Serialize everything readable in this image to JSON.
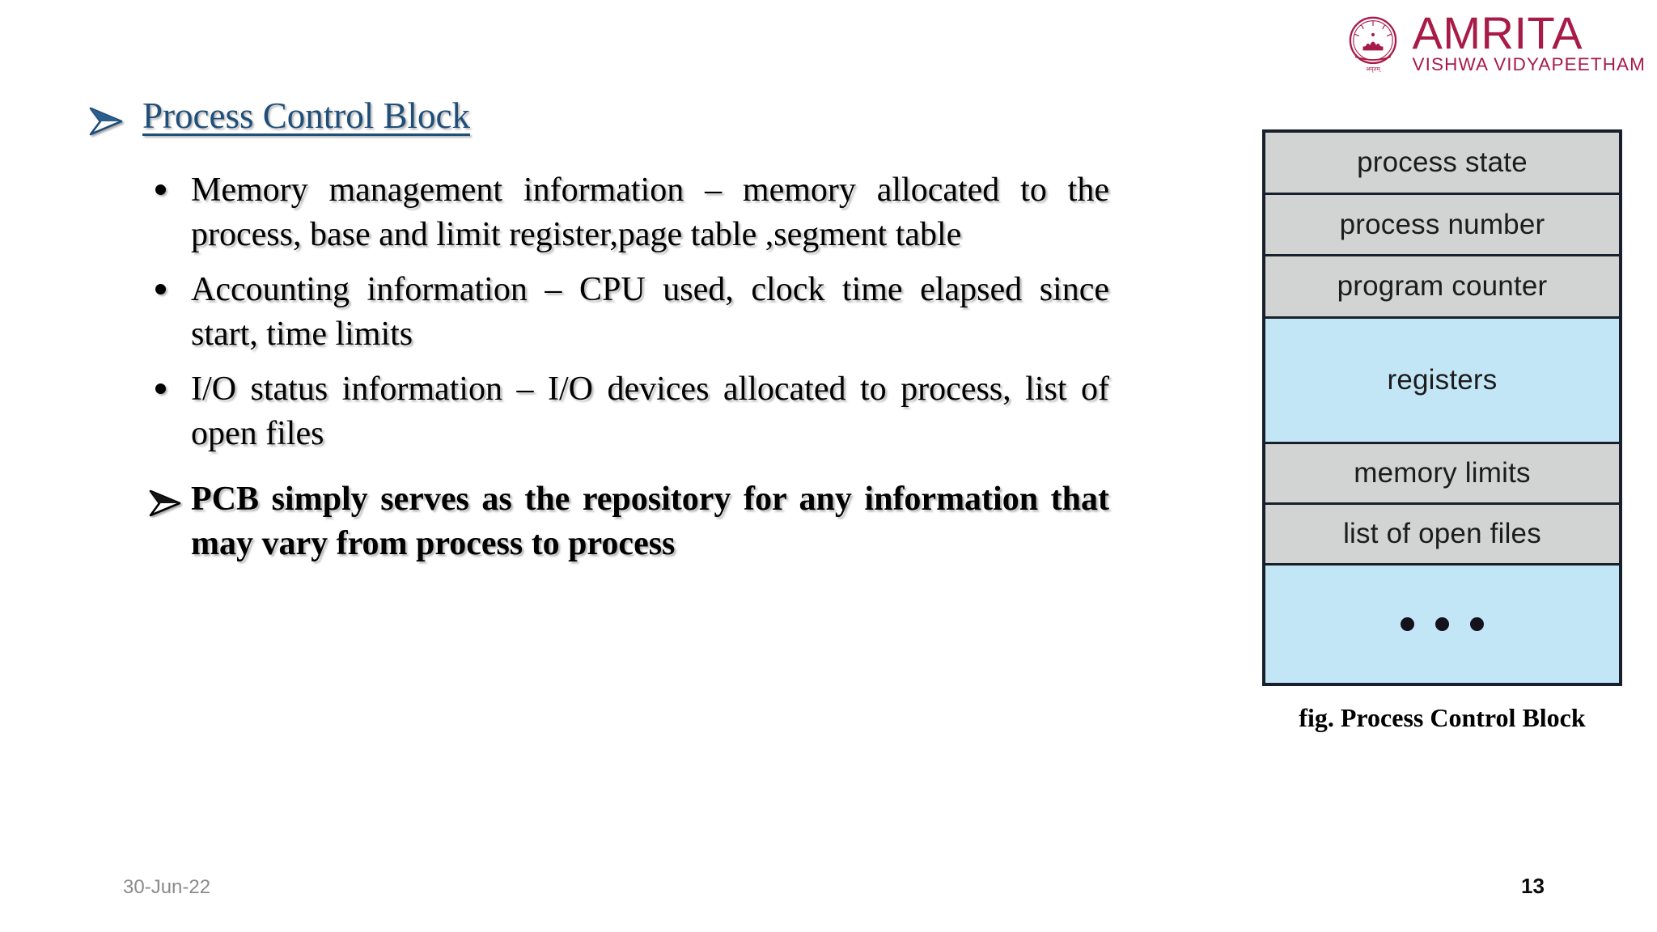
{
  "brand": {
    "name": "AMRITA",
    "subtitle": "VISHWA VIDYAPEETHAM",
    "color": "#A81B48",
    "emblem_icon": "amrita-temple-emblem-icon"
  },
  "slide": {
    "title": "Process Control Block",
    "title_color": "#1F4E79",
    "bullets": [
      {
        "marker": "bullet-dot",
        "text": "Memory management information – memory allocated to the process, base and limit register,page table ,segment table"
      },
      {
        "marker": "bullet-dot",
        "text": "Accounting information – CPU used, clock time elapsed since start, time limits"
      },
      {
        "marker": "bullet-dot",
        "text": "I/O status information – I/O devices allocated to process, list of open files"
      }
    ],
    "emphasis": {
      "marker": "arrow-bullet",
      "text": "PCB simply serves as the repository for any information that may vary from process to process"
    }
  },
  "figure": {
    "caption": "fig. Process Control Block",
    "colors": {
      "gray_fill": "#d2d3d3",
      "blue_fill": "#c3e6f7",
      "border": "#18212b"
    },
    "rows": [
      {
        "label": "process state",
        "fill": "gray",
        "height": 77
      },
      {
        "label": "process number",
        "fill": "gray",
        "height": 76
      },
      {
        "label": "program counter",
        "fill": "gray",
        "height": 77
      },
      {
        "label": "registers",
        "fill": "blue",
        "height": 155
      },
      {
        "label": "memory limits",
        "fill": "gray",
        "height": 75
      },
      {
        "label": "list of open files",
        "fill": "gray",
        "height": 75
      },
      {
        "label": "",
        "fill": "blue",
        "height": 145,
        "dots": 3
      }
    ]
  },
  "footer": {
    "date": "30-Jun-22",
    "page_number": "13"
  }
}
